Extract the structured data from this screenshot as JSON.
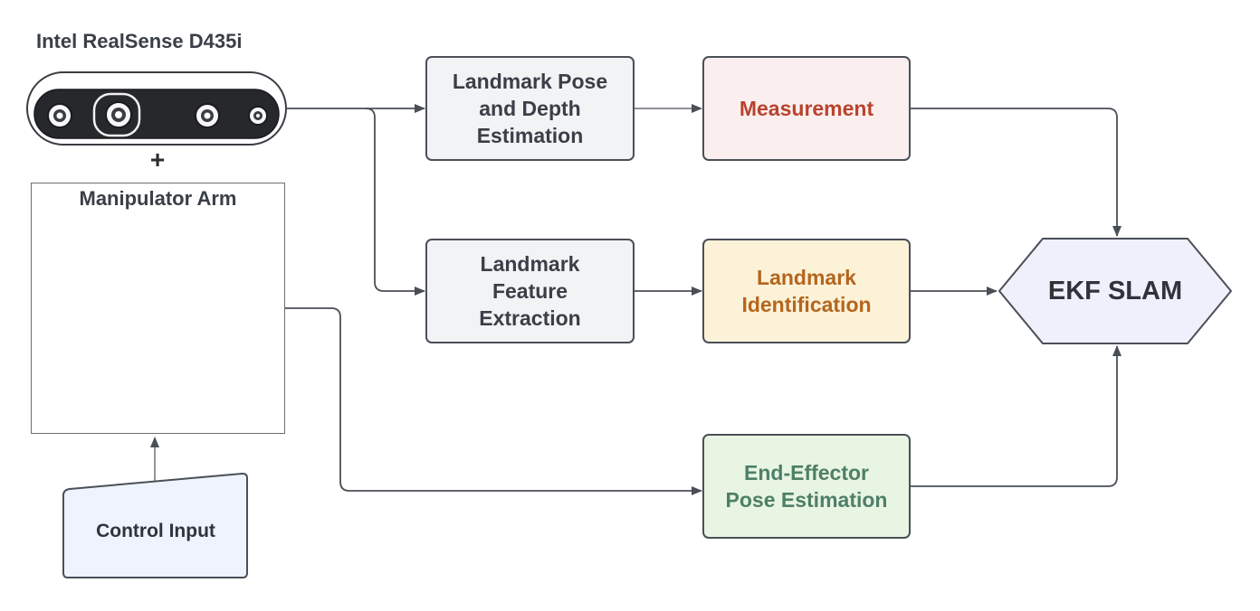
{
  "camera": {
    "title": "Intel RealSense D435i",
    "plus": "+"
  },
  "manipulator": {
    "title": "Manipulator Arm"
  },
  "control": {
    "label": "Control Input"
  },
  "nodes": {
    "landmark_pose": "Landmark Pose\nand Depth\nEstimation",
    "measurement": "Measurement",
    "feature_extraction": "Landmark\nFeature\nExtraction",
    "identification": "Landmark\nIdentification",
    "end_effector": "End-Effector\nPose Estimation",
    "ekf_slam": "EKF SLAM"
  },
  "colors": {
    "measurement_text": "#b9432e",
    "identification_text": "#b5651d",
    "end_effector_text": "#4e7f67",
    "ekf_fill": "#f0effc",
    "control_fill": "#eef3fd"
  }
}
